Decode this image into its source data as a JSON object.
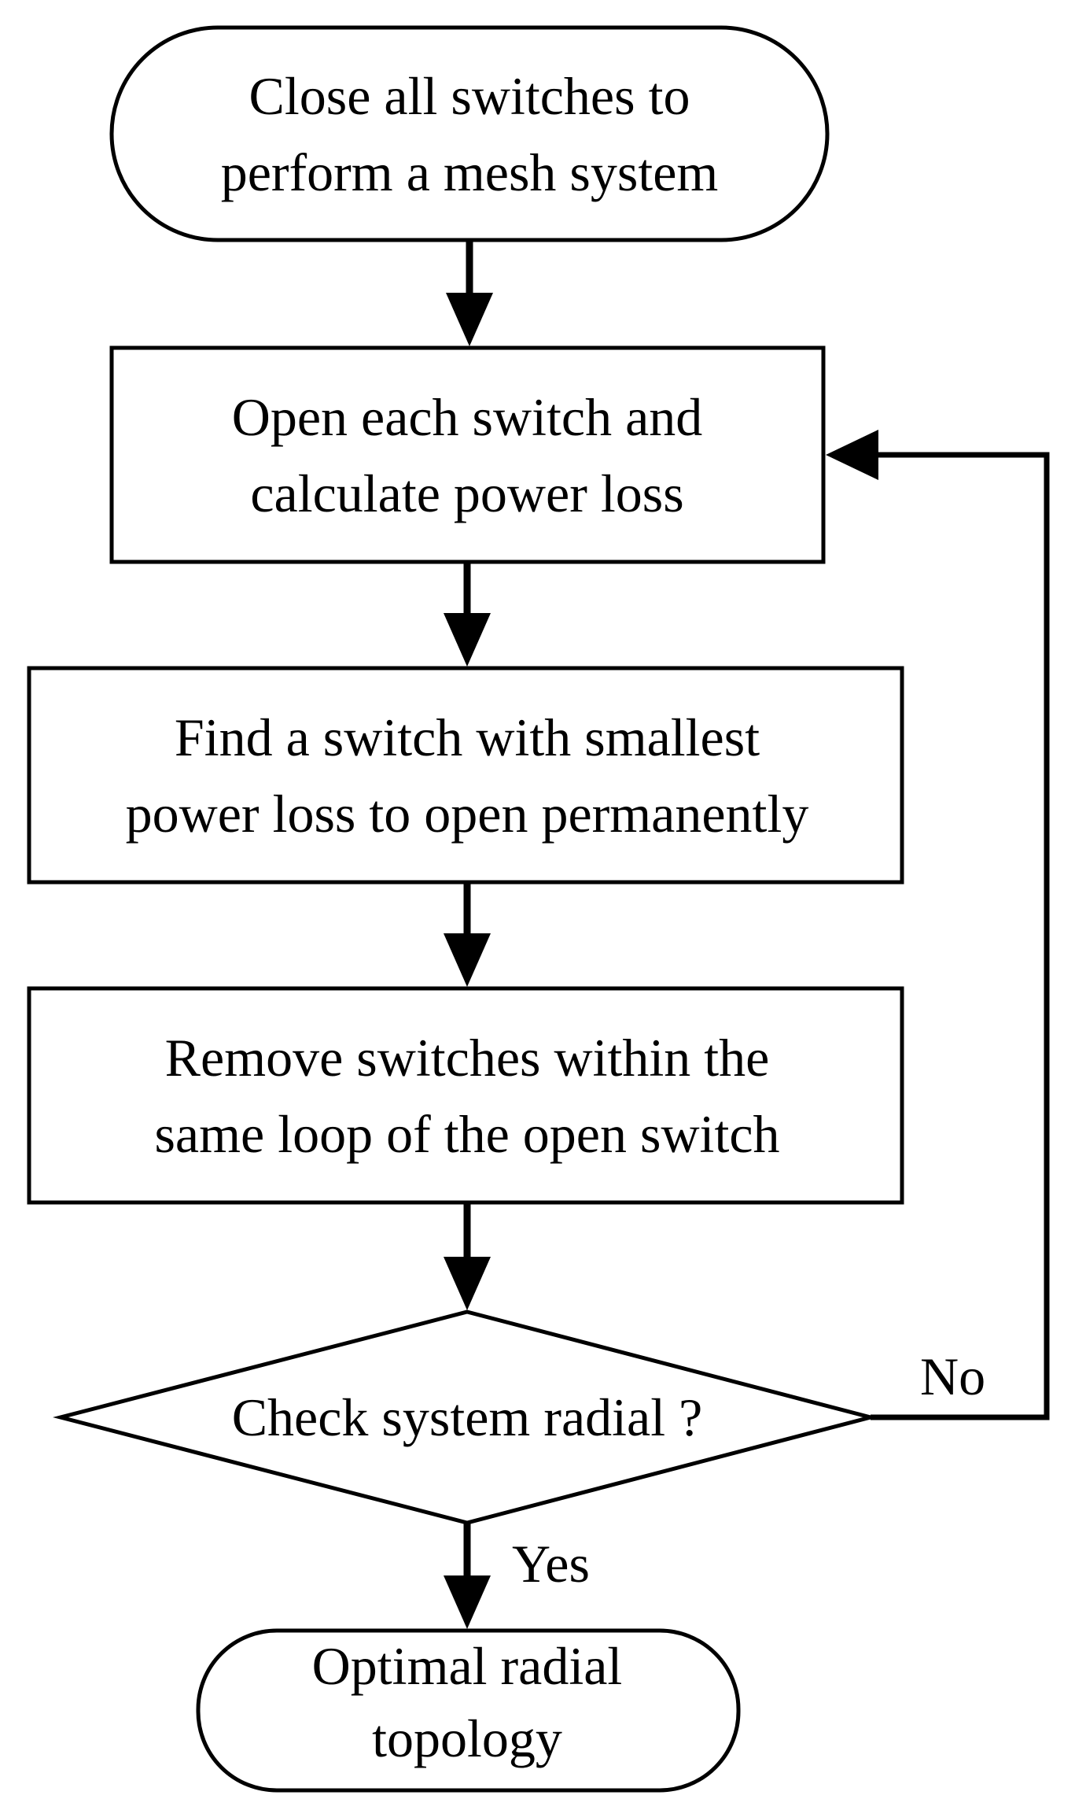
{
  "nodes": {
    "start": {
      "line1": "Close all switches to",
      "line2": "perform a mesh system"
    },
    "step1": {
      "line1": "Open each switch and",
      "line2": "calculate power loss"
    },
    "step2": {
      "line1": "Find a switch with smallest",
      "line2": "power loss to open permanently"
    },
    "step3": {
      "line1": "Remove switches within the",
      "line2": "same loop of the open switch"
    },
    "decision": {
      "label": "Check system radial ?"
    },
    "end": {
      "line1": "Optimal radial",
      "line2": "topology"
    }
  },
  "edges": {
    "no_label": "No",
    "yes_label": "Yes"
  },
  "colors": {
    "stroke": "#000000",
    "background": "#ffffff"
  }
}
